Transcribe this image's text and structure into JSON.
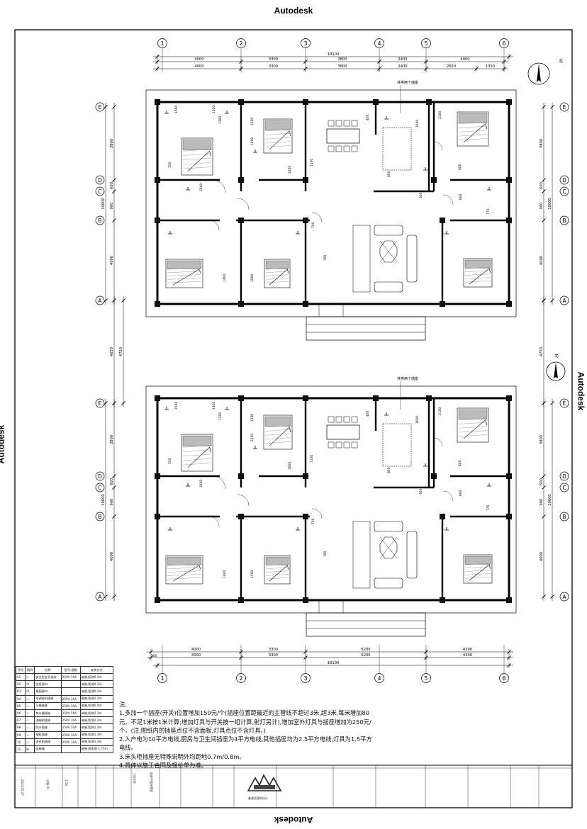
{
  "watermark": "Autodesk",
  "grid": {
    "columns": [
      "1",
      "2",
      "3",
      "4",
      "5",
      "6"
    ],
    "rows": [
      "E",
      "D",
      "C",
      "B",
      "A"
    ]
  },
  "dims": {
    "top_total": "18100",
    "top_row1": [
      "4000",
      "3300",
      "3800",
      "2400",
      "4000"
    ],
    "top_row2": [
      "4000",
      "3300",
      "3800",
      "2400",
      "2650",
      "1350"
    ],
    "left_col": [
      "3800",
      "600",
      "900",
      "4000"
    ],
    "left_total": "10600",
    "middle_gap": [
      "4650",
      "4750"
    ],
    "bottom_row1": [
      "4000",
      "3300",
      "6200",
      "4300"
    ],
    "bottom_edge": "300",
    "bottom_row2": [
      "4000",
      "3300",
      "6200",
      "4300"
    ],
    "bottom_total": "18100",
    "room_dims": [
      "1500",
      "1300",
      "1500",
      "1500",
      "1600",
      "1100",
      "800",
      "2100",
      "1600",
      "400",
      "1400",
      "1500",
      "600",
      "700",
      "770",
      "350",
      "1800",
      "700",
      "400",
      "1300",
      "300"
    ]
  },
  "socket_note": "并排两个插座",
  "north_label": "北",
  "legend": {
    "headers": [
      "序号",
      "图例",
      "名称",
      "型号.规格",
      "安装方式"
    ],
    "rows": [
      [
        "01",
        "⊥",
        "安全型五孔插座",
        "250V 10A",
        "暗装,距地0.3m"
      ],
      [
        "02",
        "中",
        "信息接口",
        "",
        "暗装,距地0.3m"
      ],
      [
        "03",
        "中",
        "电视接口",
        "",
        "暗装,距地0.3m"
      ],
      [
        "04",
        "⊥",
        "空调挂机插座",
        "250V 16A",
        "暗装,距地2.3m"
      ],
      [
        "05",
        "⊥",
        "马桶插座",
        "250V 10A",
        "暗装,距地0.4m"
      ],
      [
        "06",
        "⊥",
        "热水器插座",
        "250V 16A",
        "暗装,距地2.3m"
      ],
      [
        "07",
        "⊥",
        "油烟机插座",
        "250V 10A",
        "暗装,距地2.2m"
      ],
      [
        "08",
        "⊥",
        "防水插座",
        "250V 10A",
        "暗装,距地1.3m"
      ],
      [
        "09",
        "⊥",
        "烟机插座",
        "250V 10A",
        "暗装,距地1.3m"
      ],
      [
        "10",
        "⊥",
        "洗衣机插座",
        "250V 10A",
        "暗装,距地1.3m"
      ],
      [
        "11",
        "⊞",
        "强电箱",
        "",
        "暗装,底距地 1.75m"
      ]
    ]
  },
  "notes": {
    "title": "注:",
    "lines": [
      "1.多加一个插座(开关)位置增加150元/个(插座位置距最近的主管线不超过3米,超3米,每米增加80元。不足1米按1米计算;增加灯具与开关按一组计算,射灯另计),增加室外灯具与插座增加为250元/个。(注:图纸内的插座点位不含面板,灯具点位不含灯具。)",
      "2.入户电为10平方电线,厨房与卫生间插座为4平方电线,其他插座均为2.5平方电线,灯具为1.5平方电线。",
      "3.床头柜插座无特殊说明外均距地0.7m/0.8m。",
      "4.具体以施工合同及报价单为准。"
    ]
  },
  "title_block": {
    "date": "2024.05.27",
    "drawing_no": "水施-01",
    "scale": "1:50",
    "project_label": "工程名称",
    "drawing_name": "插座平面布置图",
    "company": "鑫雅居建筑设计"
  }
}
